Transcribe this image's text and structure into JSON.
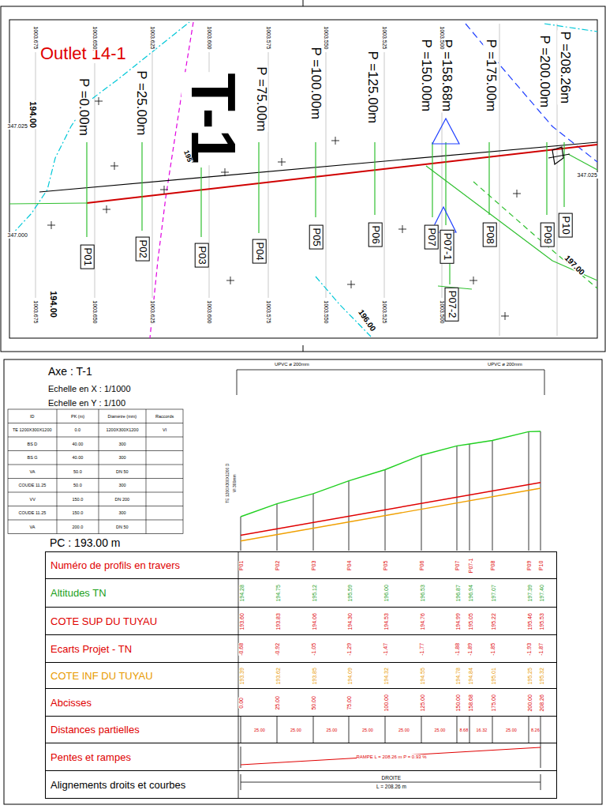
{
  "diagram": {
    "nodes": [
      {
        "text": [
          "P01"
        ]
      },
      {
        "text": [
          "P02"
        ]
      },
      {
        "text": [
          "P03"
        ]
      },
      {
        "text": [
          "P04"
        ]
      },
      {
        "text": [
          "P05"
        ]
      },
      {
        "text": [
          "P06"
        ]
      },
      {
        "text": [
          "P07"
        ]
      },
      {
        "text": [
          "P07-1"
        ]
      },
      {
        "text": [
          "P07-2"
        ]
      },
      {
        "text": [
          "P08"
        ]
      },
      {
        "text": [
          "P09"
        ]
      },
      {
        "text": [
          "P10"
        ]
      },
      {
        "text": [
          "Numéro de profils en travers",
          "P01",
          "P02",
          "P03",
          "P04",
          "P05",
          "P06",
          "P07",
          "P07-1",
          "P08",
          "P09",
          "P10"
        ]
      },
      {
        "text": [
          "Altitudes TN",
          "194.28",
          "194.75",
          "195.12",
          "195.59",
          "196.00",
          "196.53",
          "196.87",
          "196.94",
          "197.07",
          "197.39",
          "197.40"
        ]
      },
      {
        "text": [
          "COTE SUP DU TUYAU",
          "193.60",
          "193.83",
          "194.06",
          "194.30",
          "194.53",
          "194.76",
          "194.99",
          "195.05",
          "195.22",
          "195.46",
          "195.53"
        ]
      },
      {
        "text": [
          "Ecarts Projet - TN",
          "-0.68",
          "-0.92",
          "-1.05",
          "-1.29",
          "-1.47",
          "-1.77",
          "-1.88",
          "-1.89",
          "-1.85",
          "-1.93",
          "-1.87"
        ]
      },
      {
        "text": [
          "COTE INF DU TUYAU",
          "193.39",
          "193.62",
          "193.85",
          "194.09",
          "194.32",
          "194.55",
          "194.78",
          "194.84",
          "195.01",
          "195.25",
          "195.32"
        ]
      },
      {
        "text": [
          "Abcisses",
          "0.00",
          "25.00",
          "50.00",
          "75.00",
          "100.00",
          "125.00",
          "150.00",
          "158.68",
          "175.00",
          "200.00",
          "208.26"
        ]
      },
      {
        "text": [
          "Distances partielles",
          "25.00",
          "25.00",
          "25.00",
          "25.00",
          "25.00",
          "25.00",
          "8.68",
          "16.32",
          "25.00",
          "8.26"
        ]
      },
      {
        "text": [
          "Pentes et rampes",
          "RAMPE L = 208.26 m  P = 0.93 %"
        ]
      },
      {
        "text": [
          "Alignements droits et courbes",
          "DROITE",
          "L = 208.26 m"
        ]
      }
    ],
    "labels": [
      "Outlet 14-1",
      "T-1",
      "P =0.00m",
      "P =25.00m",
      "P =75.00m",
      "P =100.00m",
      "P =125.00m",
      "P =150.00m",
      "P =158.68m",
      "P =175.00m",
      "P =200.00m",
      "P =208.26m",
      "194.00",
      "194.00",
      "195",
      "196.00",
      "197.00",
      "347.025",
      "347.000",
      "347.025",
      "1003.675",
      "1003.650",
      "1003.625",
      "1003.600",
      "1003.575",
      "1003.550",
      "1003.525",
      "1003.500",
      "1003.675",
      "1003.650",
      "1003.625",
      "1003.600",
      "1003.575",
      "1003.550",
      "1003.525",
      "1003.500",
      "Axe : T-1",
      "Echelle en X : 1/1000",
      "Echelle en Y : 1/100",
      "PC : 193.00 m",
      "UPVC ø 200mm",
      "UPVC ø 200mm",
      "TE 1200X300X1200 D",
      "VI 300mm",
      "ID",
      "PK (m)",
      "Diamètre (mm)",
      "Raccords",
      "TE 1200X300X1200",
      "0.0",
      "1200X300X1200",
      "VI",
      "BS D",
      "40.00",
      "300",
      "BS G",
      "40.00",
      "300",
      "VA",
      "50.0",
      "DN 50",
      "COUDE 11.25",
      "50.0",
      "300",
      "VV",
      "150.0",
      "DN 200",
      "COUDE 11.25",
      "150.0",
      "300",
      "VA",
      "200.0",
      "DN 50"
    ]
  }
}
